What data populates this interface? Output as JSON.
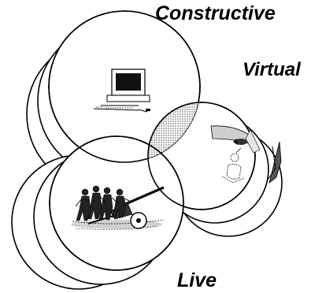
{
  "labels": {
    "constructive": "Constructive",
    "virtual": "Virtual",
    "live": "Live"
  },
  "illustrations": {
    "constructive": "computer-workstation-icon",
    "virtual": "simulator-cockpit-icon",
    "live": "soldiers-with-artillery-icon"
  },
  "colors": {
    "line": "#000000",
    "background": "#ffffff",
    "overlap_shading": "#bdbdbd"
  }
}
